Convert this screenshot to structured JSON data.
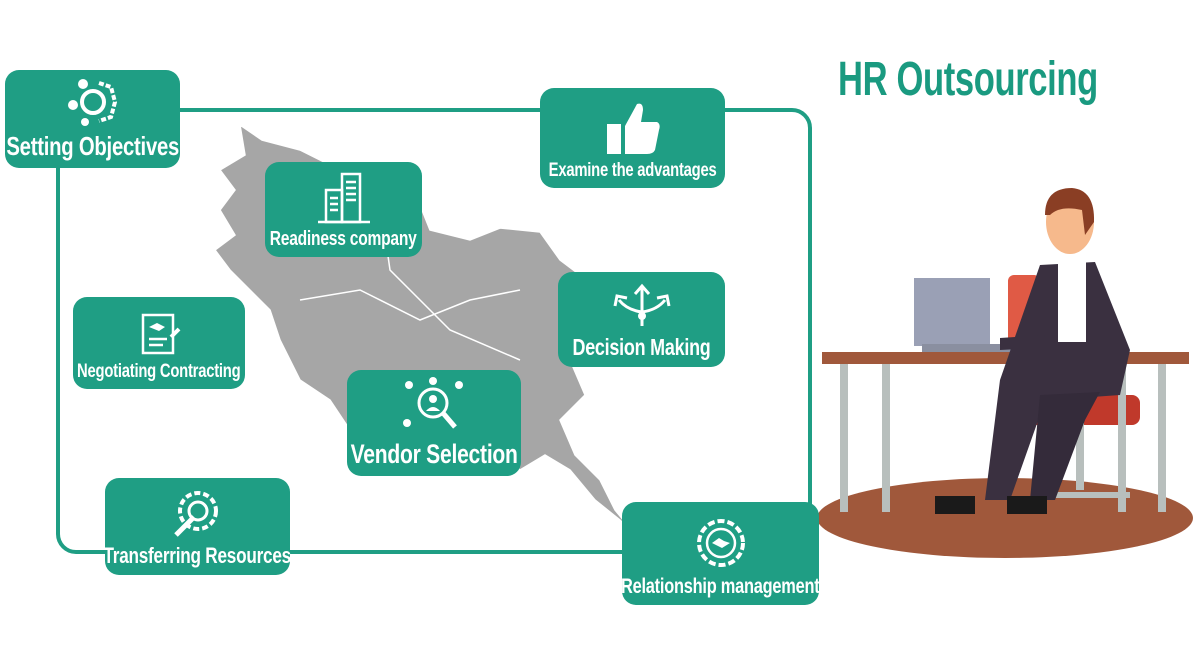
{
  "title": "HR Outsourcing",
  "colors": {
    "accent": "#1f9e84",
    "map": "#a6a6a6",
    "floor": "#a0583b"
  },
  "steps": [
    {
      "label": "Setting Objectives",
      "icon": "gear-network-icon"
    },
    {
      "label": "Readiness company",
      "icon": "buildings-icon"
    },
    {
      "label": "Examine the advantages",
      "icon": "thumbs-up-icon"
    },
    {
      "label": "Negotiating Contracting",
      "icon": "contract-handshake-icon"
    },
    {
      "label": "Decision Making",
      "icon": "diverging-arrows-icon"
    },
    {
      "label": "Vendor Selection",
      "icon": "magnifier-people-icon"
    },
    {
      "label": "Transferring Resources",
      "icon": "gear-hand-icon"
    },
    {
      "label": "Relationship management",
      "icon": "gear-handshake-icon"
    }
  ]
}
